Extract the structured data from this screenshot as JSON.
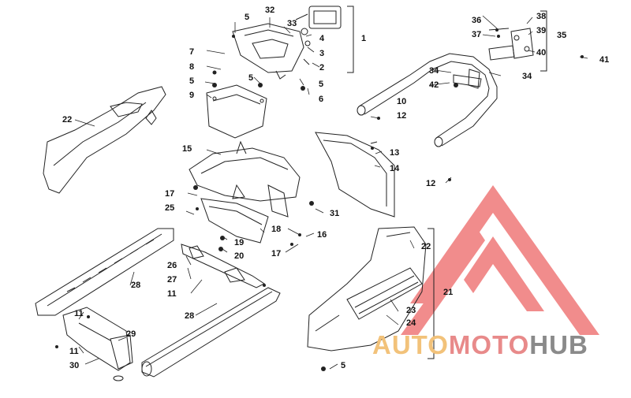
{
  "diagram": {
    "callouts": [
      {
        "id": "c1",
        "text": "1"
      },
      {
        "id": "c2",
        "text": "2"
      },
      {
        "id": "c3",
        "text": "3"
      },
      {
        "id": "c4",
        "text": "4"
      },
      {
        "id": "c5a",
        "text": "5"
      },
      {
        "id": "c5b",
        "text": "5"
      },
      {
        "id": "c5c",
        "text": "5"
      },
      {
        "id": "c5d",
        "text": "5"
      },
      {
        "id": "c5e",
        "text": "5"
      },
      {
        "id": "c6",
        "text": "6"
      },
      {
        "id": "c7",
        "text": "7"
      },
      {
        "id": "c8",
        "text": "8"
      },
      {
        "id": "c9",
        "text": "9"
      },
      {
        "id": "c10",
        "text": "10"
      },
      {
        "id": "c11a",
        "text": "11"
      },
      {
        "id": "c11b",
        "text": "11"
      },
      {
        "id": "c11c",
        "text": "11"
      },
      {
        "id": "c12a",
        "text": "12"
      },
      {
        "id": "c12b",
        "text": "12"
      },
      {
        "id": "c13",
        "text": "13"
      },
      {
        "id": "c14",
        "text": "14"
      },
      {
        "id": "c15",
        "text": "15"
      },
      {
        "id": "c16",
        "text": "16"
      },
      {
        "id": "c17a",
        "text": "17"
      },
      {
        "id": "c17b",
        "text": "17"
      },
      {
        "id": "c18",
        "text": "18"
      },
      {
        "id": "c19",
        "text": "19"
      },
      {
        "id": "c20",
        "text": "20"
      },
      {
        "id": "c21",
        "text": "21"
      },
      {
        "id": "c22a",
        "text": "22"
      },
      {
        "id": "c22b",
        "text": "22"
      },
      {
        "id": "c23",
        "text": "23"
      },
      {
        "id": "c24",
        "text": "24"
      },
      {
        "id": "c25",
        "text": "25"
      },
      {
        "id": "c26",
        "text": "26"
      },
      {
        "id": "c27",
        "text": "27"
      },
      {
        "id": "c28a",
        "text": "28"
      },
      {
        "id": "c28b",
        "text": "28"
      },
      {
        "id": "c29",
        "text": "29"
      },
      {
        "id": "c30",
        "text": "30"
      },
      {
        "id": "c31",
        "text": "31"
      },
      {
        "id": "c32",
        "text": "32"
      },
      {
        "id": "c33",
        "text": "33"
      },
      {
        "id": "c34a",
        "text": "34"
      },
      {
        "id": "c34b",
        "text": "34"
      },
      {
        "id": "c35",
        "text": "35"
      },
      {
        "id": "c36",
        "text": "36"
      },
      {
        "id": "c37",
        "text": "37"
      },
      {
        "id": "c38",
        "text": "38"
      },
      {
        "id": "c39",
        "text": "39"
      },
      {
        "id": "c40",
        "text": "40"
      },
      {
        "id": "c41",
        "text": "41"
      },
      {
        "id": "c42",
        "text": "42"
      }
    ]
  },
  "watermark": {
    "brand_part1": "AUTO",
    "brand_part2": "MOTO",
    "brand_part3": "HUB",
    "color_red": "#e87070",
    "color_orange": "#f2c27a",
    "color_gray": "#8a8a8a"
  }
}
